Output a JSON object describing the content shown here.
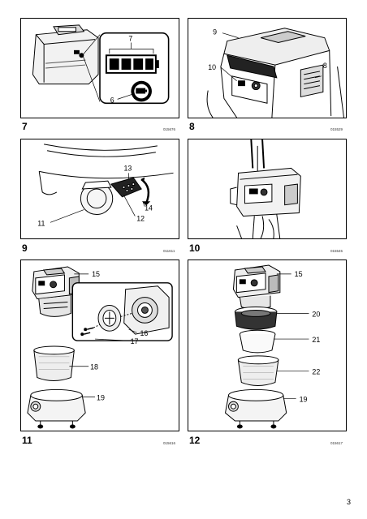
{
  "figures": [
    {
      "number": "7",
      "code": "015676",
      "callouts": [
        "7",
        "6"
      ]
    },
    {
      "number": "8",
      "code": "015529",
      "callouts": [
        "9",
        "10",
        "8"
      ]
    },
    {
      "number": "9",
      "code": "011611",
      "callouts": [
        "13",
        "14",
        "11",
        "12"
      ]
    },
    {
      "number": "10",
      "code": "015545",
      "callouts": []
    },
    {
      "number": "11",
      "code": "015616",
      "callouts": [
        "15",
        "16",
        "17",
        "18",
        "19"
      ]
    },
    {
      "number": "12",
      "code": "015617",
      "callouts": [
        "15",
        "20",
        "21",
        "22",
        "19"
      ]
    }
  ],
  "page_number": "3"
}
